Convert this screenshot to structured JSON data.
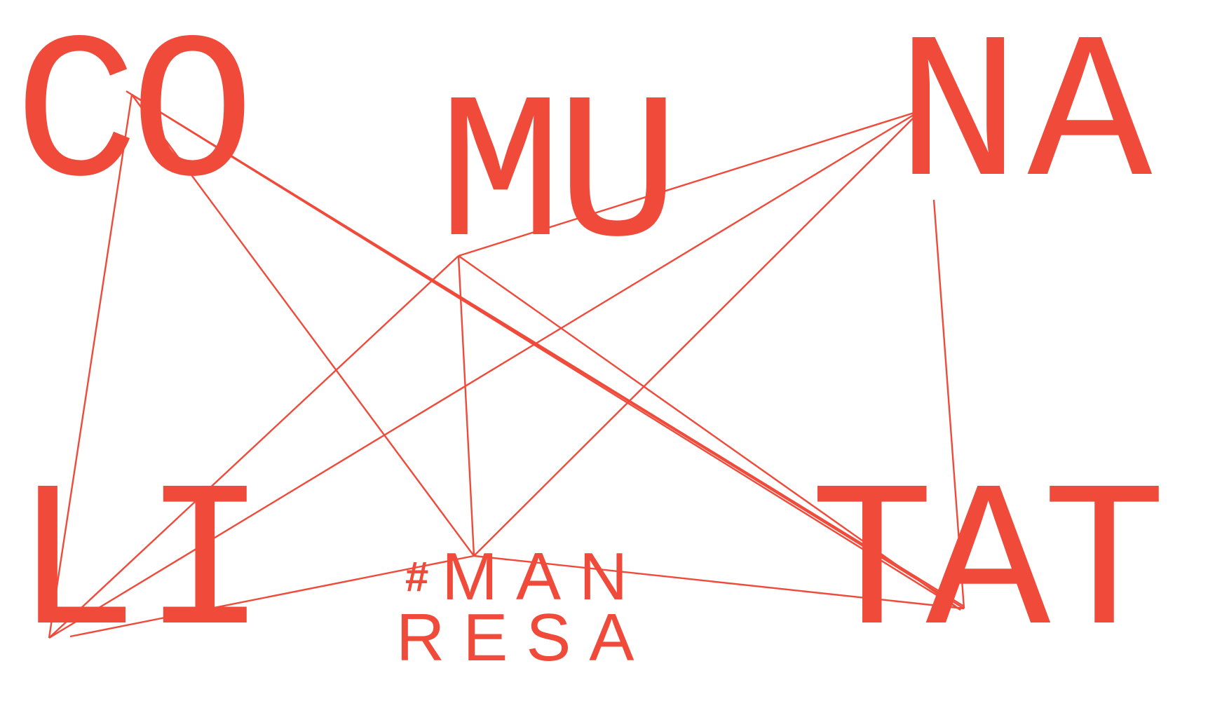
{
  "colors": {
    "accent": "#ef4a3a",
    "background": "#ffffff"
  },
  "words": {
    "co": "CO",
    "mu": "MU",
    "na": "NA",
    "li": "LI",
    "tat": "TAT",
    "hash": "#",
    "man": "MAN",
    "resa": "RESA"
  }
}
